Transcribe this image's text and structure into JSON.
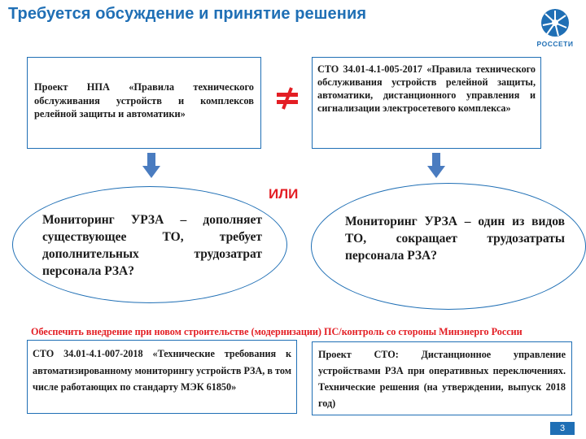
{
  "header": {
    "title": "Требуется обсуждение и принятие решения",
    "logo_text": "РОССЕТИ"
  },
  "top_left_box": {
    "text": "Проект НПА «Правила технического обслуживания устройств и комплексов релейной защиты и автоматики»"
  },
  "top_right_box": {
    "text": "СТО 34.01-4.1-005-2017 «Правила технического обслуживания устройств релейной защиты, автоматики, дистанционного управления и сигнализации электросетевого комплекса»"
  },
  "not_equal_icon": "not-equal-icon",
  "or_label": "ИЛИ",
  "left_ellipse": {
    "text": "Мониторинг УРЗА – дополняет существующее ТО, требует дополнительных трудозатрат персонала РЗА?"
  },
  "right_ellipse": {
    "text": "Мониторинг УРЗА – один из видов ТО, сокращает трудозатраты персонала РЗА?"
  },
  "red_note": "Обеспечить внедрение при новом строительстве (модернизации) ПС/контроль со стороны Минэнерго России",
  "bottom_left_box": {
    "text": "СТО 34.01-4.1-007-2018 «Технические требования к автоматизированному мониторингу устройств РЗА, в том числе работающих по стандарту МЭК 61850»"
  },
  "bottom_right_box": {
    "text": "Проект СТО: Дистанционное управление устройствами РЗА при оперативных переключениях. Технические решения (на утверждении, выпуск 2018 год)"
  },
  "page_number": "3",
  "colors": {
    "accent": "#1f6fb5",
    "red": "#e31e24",
    "arrow": "#4a7cc0"
  }
}
